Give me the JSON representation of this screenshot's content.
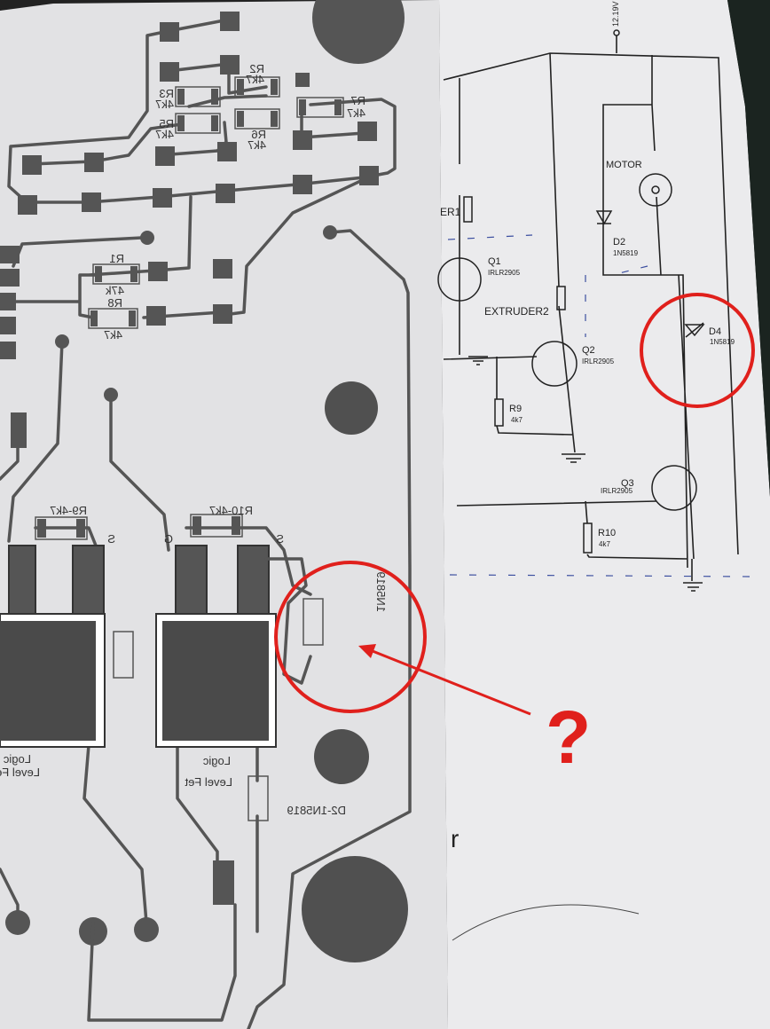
{
  "pcb": {
    "resistors": [
      {
        "ref": "R2",
        "value": "4k7"
      },
      {
        "ref": "R3",
        "value": "4k7"
      },
      {
        "ref": "R5",
        "value": "4k7"
      },
      {
        "ref": "R6",
        "value": "4k7"
      },
      {
        "ref": "R7",
        "value": "4k7"
      },
      {
        "ref": "R1",
        "value": "47k"
      },
      {
        "ref": "R8",
        "value": "4k7"
      }
    ],
    "r9_label": "R9-4k7",
    "r10_label": "R10-4k7",
    "pin_g": "G",
    "pin_s": "S",
    "diode_label": "1N5819",
    "d2_label": "D2-1N5819",
    "fet_label_line1": "Logic",
    "fet_label_line2": "Level Fet"
  },
  "schematic": {
    "supply": "12.19V",
    "extruder1": "ER1",
    "extruder2": "EXTRUDER2",
    "motor": "MOTOR",
    "q1": {
      "ref": "Q1",
      "part": "IRLR2905"
    },
    "q2": {
      "ref": "Q2",
      "part": "IRLR2905"
    },
    "q3": {
      "ref": "Q3",
      "part": "IRLR2905"
    },
    "r9": {
      "ref": "R9",
      "value": "4k7"
    },
    "r10": {
      "ref": "R10",
      "value": "4k7"
    },
    "d2": {
      "ref": "D2",
      "part": "1N5819"
    },
    "d4": {
      "ref": "D4",
      "part": "1N5819"
    },
    "stray_letter": "r"
  },
  "annotation": {
    "question": "?",
    "color": "#e0201c"
  }
}
